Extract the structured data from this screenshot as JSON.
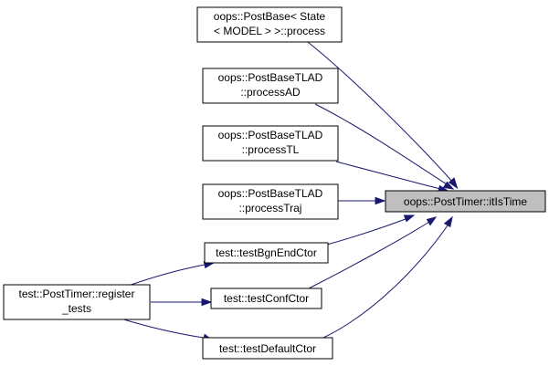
{
  "diagram": {
    "target": {
      "lines": [
        "oops::PostTimer::itIsTime"
      ]
    },
    "callers": [
      {
        "id": "postbase_process",
        "lines": [
          "oops::PostBase< State",
          "< MODEL > >::process"
        ]
      },
      {
        "id": "tlad_processAD",
        "lines": [
          "oops::PostBaseTLAD",
          "::processAD"
        ]
      },
      {
        "id": "tlad_processTL",
        "lines": [
          "oops::PostBaseTLAD",
          "::processTL"
        ]
      },
      {
        "id": "tlad_processTraj",
        "lines": [
          "oops::PostBaseTLAD",
          "::processTraj"
        ]
      },
      {
        "id": "testBgnEndCtor",
        "lines": [
          "test::testBgnEndCtor"
        ]
      },
      {
        "id": "testConfCtor",
        "lines": [
          "test::testConfCtor"
        ]
      },
      {
        "id": "testDefaultCtor",
        "lines": [
          "test::testDefaultCtor"
        ]
      },
      {
        "id": "register_tests",
        "lines": [
          "test::PostTimer::register",
          "_tests"
        ]
      }
    ],
    "edge_color": "#191970",
    "target_fill": "#bfbfbf"
  }
}
